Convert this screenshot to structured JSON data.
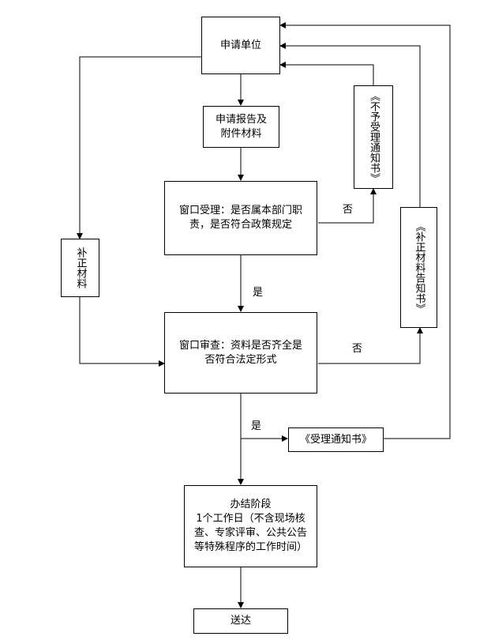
{
  "nodes": {
    "applicant": "申请单位",
    "report": "申请报告及\n附件材料",
    "window_accept": "窗口受理：是否属本部门职\n责，是否符合政策规定",
    "not_accept_notice": "《不予受理通知书》",
    "supplement": "补正材料",
    "supplement_notice": "《补正材料告知书》",
    "window_review": "窗口审查：资料是否齐全是\n否符合法定形式",
    "accept_notice": "《受理通知书》",
    "processing": "办结阶段\n1个工作日（不含现场核\n查、专家评审、公共公告\n等特殊程序的工作时间）",
    "deliver": "送达"
  },
  "edge_labels": {
    "no_1": "否",
    "yes_1": "是",
    "no_2": "否",
    "yes_2": "是"
  }
}
